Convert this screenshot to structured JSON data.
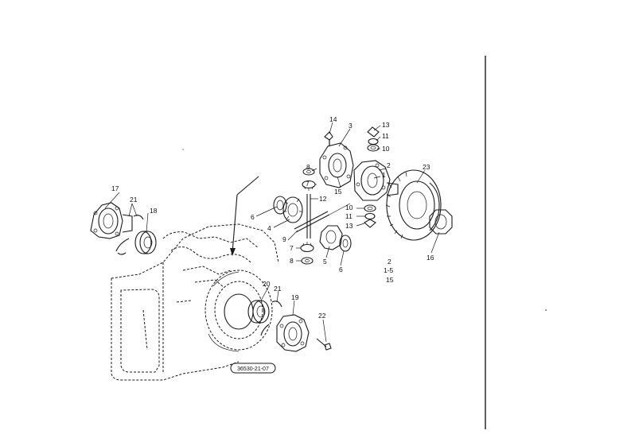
{
  "diagram": {
    "ref_code": "36530-21-07",
    "callouts": [
      {
        "id": "c-14",
        "text": "14"
      },
      {
        "id": "c-3",
        "text": "3"
      },
      {
        "id": "c-13a",
        "text": "13"
      },
      {
        "id": "c-11a",
        "text": "11"
      },
      {
        "id": "c-10a",
        "text": "10"
      },
      {
        "id": "c-8a",
        "text": "8"
      },
      {
        "id": "c-2",
        "text": "2"
      },
      {
        "id": "c-23",
        "text": "23"
      },
      {
        "id": "c-7a",
        "text": "7"
      },
      {
        "id": "c-1",
        "text": "1"
      },
      {
        "id": "c-15a",
        "text": "15"
      },
      {
        "id": "c-12",
        "text": "12"
      },
      {
        "id": "c-6a",
        "text": "6"
      },
      {
        "id": "c-17",
        "text": "17"
      },
      {
        "id": "c-21a",
        "text": "21"
      },
      {
        "id": "c-18",
        "text": "18"
      },
      {
        "id": "c-4",
        "text": "4"
      },
      {
        "id": "c-9",
        "text": "9"
      },
      {
        "id": "c-10b",
        "text": "10"
      },
      {
        "id": "c-11b",
        "text": "11"
      },
      {
        "id": "c-13b",
        "text": "13"
      },
      {
        "id": "c-16",
        "text": "16"
      },
      {
        "id": "c-7b",
        "text": "7"
      },
      {
        "id": "c-8b",
        "text": "8"
      },
      {
        "id": "c-5",
        "text": "5"
      },
      {
        "id": "c-6b",
        "text": "6"
      },
      {
        "id": "c-20",
        "text": "20"
      },
      {
        "id": "c-21b",
        "text": "21"
      },
      {
        "id": "c-19",
        "text": "19"
      },
      {
        "id": "c-22",
        "text": "22"
      }
    ],
    "side_note": [
      "2",
      "1-5",
      "15"
    ]
  }
}
